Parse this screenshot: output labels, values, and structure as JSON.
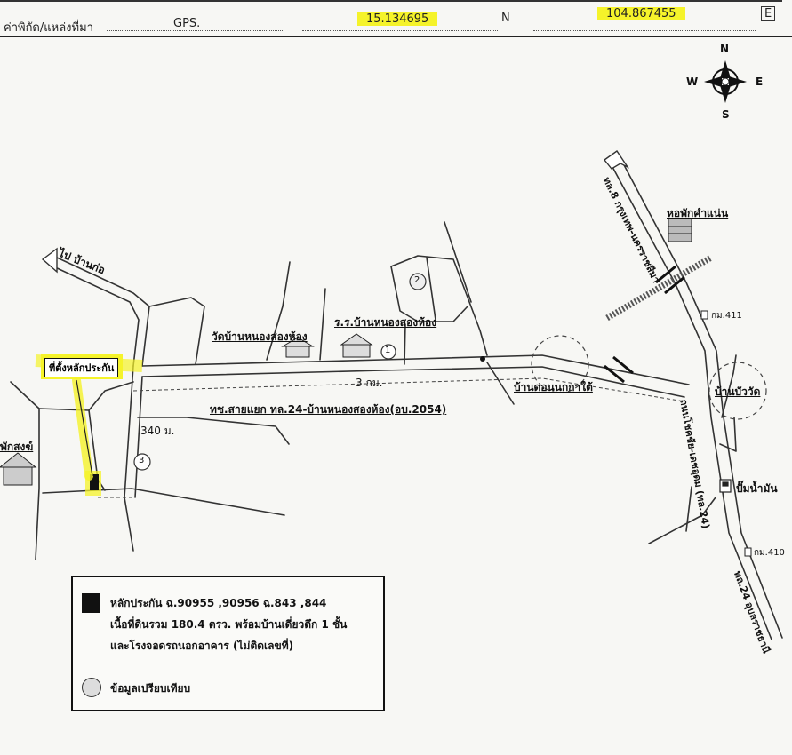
{
  "header": {
    "field_label": "ค่าพิกัด/แหล่งที่มา",
    "source": "GPS.",
    "latitude": "15.134695",
    "lat_suffix": "N",
    "longitude": "104.867455",
    "lon_suffix": "E"
  },
  "compass": {
    "north": "N",
    "south": "S",
    "east": "E",
    "west": "W"
  },
  "places": {
    "to_ban_ko": "ไป บ้านก่อ",
    "wat": "วัดบ้านหนองสองห้อง",
    "school": "ร.ร.บ้านหนองสองห้อง",
    "dorm": "หอพักคำแน่น",
    "don_nok": "บ้านดอนนกกาใต้",
    "ban_bua_wat": "บ้านบัววัด",
    "sak_song": "พักสงฆ์",
    "km411": "กม.411",
    "km410": "กม.410",
    "gas_station": "ปั๊มน้ำมัน",
    "highway_north": "ทล.8 กรุงเทพ-นครราชสีมา",
    "highway_south": "ทล.24 อุบลราชธานี",
    "highway_mid": "ถนนโชคชัย-เดชอุดม (ทล.24)",
    "road_name": "ทช.สายแยก ทล.24-บ้านหนองสองห้อง(อบ.2054)",
    "dist_3km": "3 กม.",
    "dist_340m": "340 ม.",
    "marker1": "1",
    "marker2": "2",
    "marker3": "3",
    "collateral_callout": "ที่ตั้งหลักประกัน"
  },
  "legend": {
    "line1": "หลักประกัน  ฉ.90955 ,90956 ฉ.843 ,844",
    "line2": "เนื้อที่ดินรวม 180.4 ตรว. พร้อมบ้านเดี่ยวตึก 1 ชั้น",
    "line3": "และโรงจอดรถนอกอาคาร (ไม่ติดเลขที่)",
    "line4": "ข้อมูลเปรียบเทียบ"
  },
  "colors": {
    "highlight": "#f5f32a",
    "ink": "#111111",
    "paper": "#f7f7f4"
  }
}
